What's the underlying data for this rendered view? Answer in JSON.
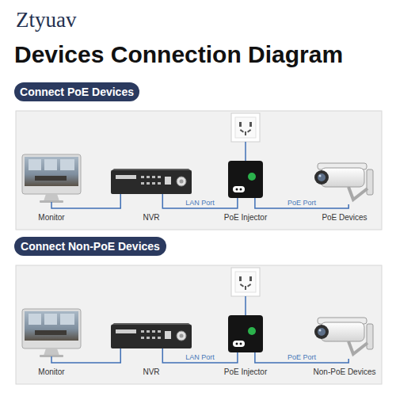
{
  "diagram": {
    "title": "Devices Connection Diagram",
    "nodes": [
      {
        "text": [
          "Connect PoE Devices"
        ]
      },
      {
        "text": [
          "Monitor"
        ]
      },
      {
        "text": [
          "NVR"
        ]
      },
      {
        "text": [
          "PoE Injector"
        ]
      },
      {
        "text": [
          "PoE Devices"
        ]
      },
      {
        "text": [
          "Connect Non-PoE Devices"
        ]
      },
      {
        "text": [
          "Monitor"
        ]
      },
      {
        "text": [
          "NVR"
        ]
      },
      {
        "text": [
          "PoE Injector"
        ]
      },
      {
        "text": [
          "Non-PoE Devices"
        ]
      }
    ],
    "edges": [
      {
        "from": 1,
        "to": 2,
        "arrow": "none"
      },
      {
        "from": 2,
        "to": 3,
        "label": "LAN Port",
        "arrow": "none"
      },
      {
        "from": 3,
        "to": 4,
        "label": "PoE Port",
        "arrow": "none"
      },
      {
        "from": 6,
        "to": 7,
        "arrow": "none"
      },
      {
        "from": 7,
        "to": 8,
        "label": "LAN Port",
        "arrow": "none"
      },
      {
        "from": 8,
        "to": 9,
        "label": "PoE Port",
        "arrow": "none"
      }
    ],
    "labels": [
      "Ztyuav"
    ]
  }
}
